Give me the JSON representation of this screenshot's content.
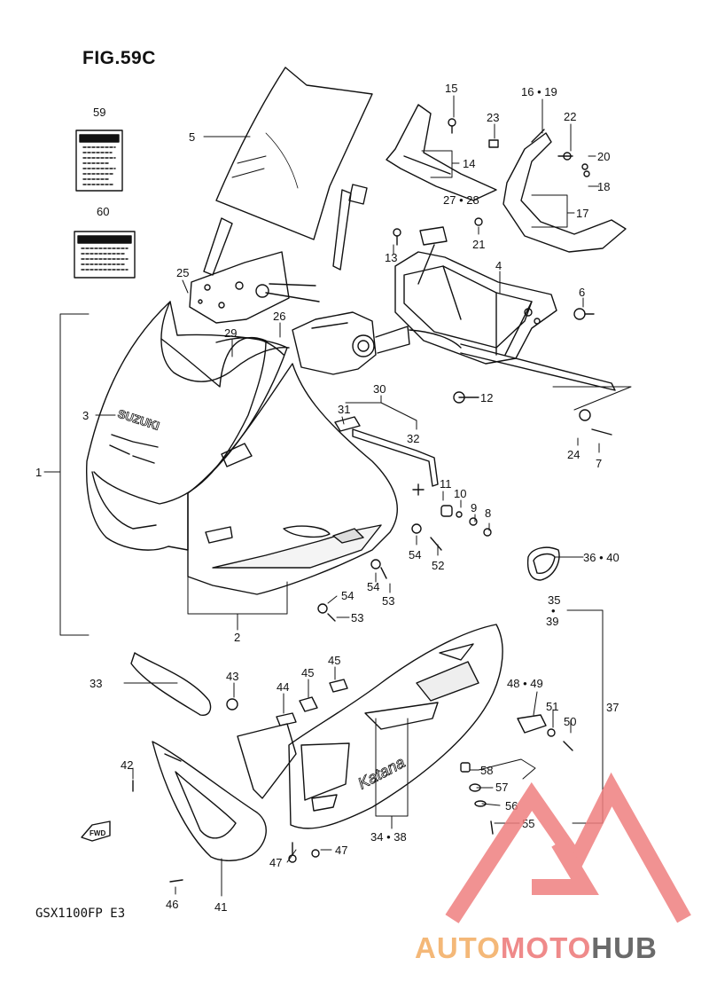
{
  "figure": {
    "title": "FIG.59C",
    "model": "GSX1100FP  E3",
    "fwd_label": "FWD"
  },
  "brand_text": "SUZUKI",
  "katana_text": "Katana",
  "labels": [
    {
      "text": "59"
    },
    {
      "text": "60"
    },
    {
      "text": "5"
    },
    {
      "text": "15"
    },
    {
      "text": "16 • 19"
    },
    {
      "text": "23"
    },
    {
      "text": "22"
    },
    {
      "text": "20"
    },
    {
      "text": "18"
    },
    {
      "text": "14"
    },
    {
      "text": "27 • 28"
    },
    {
      "text": "17"
    },
    {
      "text": "21"
    },
    {
      "text": "13"
    },
    {
      "text": "4"
    },
    {
      "text": "6"
    },
    {
      "text": "25"
    },
    {
      "text": "26"
    },
    {
      "text": "29"
    },
    {
      "text": "12"
    },
    {
      "text": "30"
    },
    {
      "text": "31"
    },
    {
      "text": "32"
    },
    {
      "text": "3"
    },
    {
      "text": "1"
    },
    {
      "text": "24"
    },
    {
      "text": "7"
    },
    {
      "text": "11"
    },
    {
      "text": "10"
    },
    {
      "text": "9"
    },
    {
      "text": "8"
    },
    {
      "text": "36 • 40"
    },
    {
      "text": "54"
    },
    {
      "text": "52"
    },
    {
      "text": "54"
    },
    {
      "text": "53"
    },
    {
      "text": "54"
    },
    {
      "text": "53"
    },
    {
      "text": "2"
    },
    {
      "text": "35"
    },
    {
      "text": "•"
    },
    {
      "text": "39"
    },
    {
      "text": "33"
    },
    {
      "text": "43"
    },
    {
      "text": "44"
    },
    {
      "text": "45"
    },
    {
      "text": "45"
    },
    {
      "text": "48 • 49"
    },
    {
      "text": "51"
    },
    {
      "text": "50"
    },
    {
      "text": "37"
    },
    {
      "text": "42"
    },
    {
      "text": "58"
    },
    {
      "text": "57"
    },
    {
      "text": "56"
    },
    {
      "text": "55"
    },
    {
      "text": "47"
    },
    {
      "text": "47"
    },
    {
      "text": "34 • 38"
    },
    {
      "text": "46"
    },
    {
      "text": "41"
    }
  ],
  "watermark": {
    "part1": "AUTO",
    "part2": "MOTO",
    "part3": "HUB",
    "colors": {
      "auto": "#f4b878",
      "moto": "#ef8a8a",
      "hub": "#6a6a6a",
      "triangle": "#ef7f7f"
    }
  }
}
